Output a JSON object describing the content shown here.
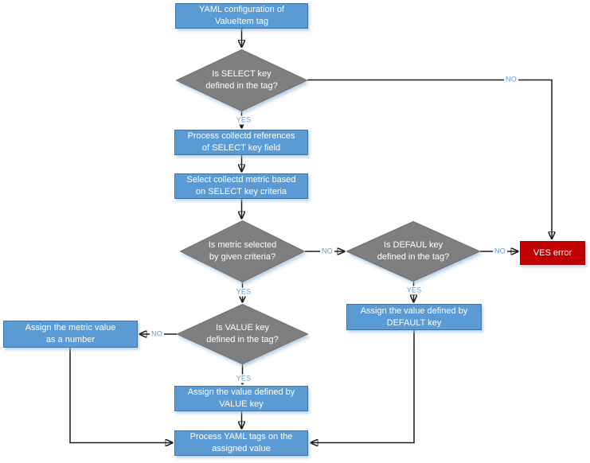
{
  "diagram": {
    "type": "flowchart",
    "subject": "YAML ValueItem tag processing",
    "colors": {
      "process_fill": "#5B9BD5",
      "process_border": "#41719C",
      "decision_fill": "#7F7F7F",
      "decision_border": "#6E6E6E",
      "error_fill": "#C00000",
      "error_border": "#8E0B0B",
      "connector_line": "#1A1A1A",
      "edge_label_text": "#5B9BD5",
      "node_text": "#FFFFFF",
      "background": "#FFFFFF"
    },
    "nodes": {
      "start": {
        "type": "process",
        "label": "YAML configuration of\nValueItem tag"
      },
      "d_select": {
        "type": "decision",
        "label": "Is SELECT key\ndefined in the tag?"
      },
      "p_refs": {
        "type": "process",
        "label": "Process collectd references\nof SELECT key field"
      },
      "p_select_metric": {
        "type": "process",
        "label": "Select collectd metric based\non SELECT key criteria"
      },
      "d_metric": {
        "type": "decision",
        "label": "Is metric selected\nby given criteria?"
      },
      "d_default": {
        "type": "decision",
        "label": "Is DEFAUL key\ndefined in the tag?"
      },
      "ves_error": {
        "type": "error",
        "label": "VES error"
      },
      "p_default": {
        "type": "process",
        "label": "Assign the value defined by\nDEFAULT key"
      },
      "d_value": {
        "type": "decision",
        "label": "Is VALUE key\ndefined in the tag?"
      },
      "p_metric_number": {
        "type": "process",
        "label": "Assign the metric value\nas a number"
      },
      "p_value": {
        "type": "process",
        "label": "Assign the value defined by\nVALUE key"
      },
      "p_process_tags": {
        "type": "process",
        "label": "Process YAML tags on the\nassigned value"
      }
    },
    "edge_labels": {
      "select_yes": "YES",
      "select_no": "NO",
      "metric_yes": "YES",
      "metric_no": "NO",
      "default_yes": "YES",
      "default_no": "NO",
      "value_yes": "YES",
      "value_no": "NO"
    }
  }
}
